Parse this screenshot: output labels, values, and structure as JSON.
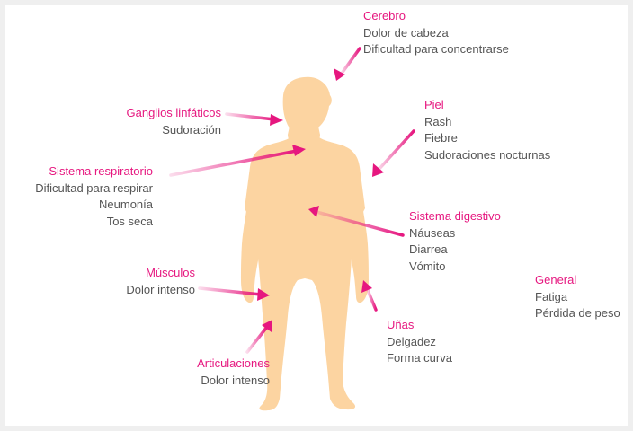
{
  "colors": {
    "background": "#efefef",
    "panel": "#ffffff",
    "skin": "#fcd4a1",
    "accent": "#e6177f",
    "text": "#555555"
  },
  "groups": {
    "cerebro": {
      "title": "Cerebro",
      "items": [
        "Dolor de cabeza",
        "Dificultad para concentrarse"
      ]
    },
    "ganglios": {
      "title": "Ganglios linfáticos",
      "items": [
        "Sudoración"
      ]
    },
    "piel": {
      "title": "Piel",
      "items": [
        "Rash",
        "Fiebre",
        "Sudoraciones nocturnas"
      ]
    },
    "respiratorio": {
      "title": "Sistema respiratorio",
      "items": [
        "Dificultad para respirar",
        "Neumonía",
        "Tos seca"
      ]
    },
    "digestivo": {
      "title": "Sistema digestivo",
      "items": [
        "Náuseas",
        "Diarrea",
        "Vómito"
      ]
    },
    "musculos": {
      "title": "Músculos",
      "items": [
        "Dolor intenso"
      ]
    },
    "general": {
      "title": "General",
      "items": [
        "Fatiga",
        "Pérdida de peso"
      ]
    },
    "unas": {
      "title": "Uñas",
      "items": [
        "Delgadez",
        "Forma curva"
      ]
    },
    "articulaciones": {
      "title": "Articulaciones",
      "items": [
        "Dolor intenso"
      ]
    }
  }
}
